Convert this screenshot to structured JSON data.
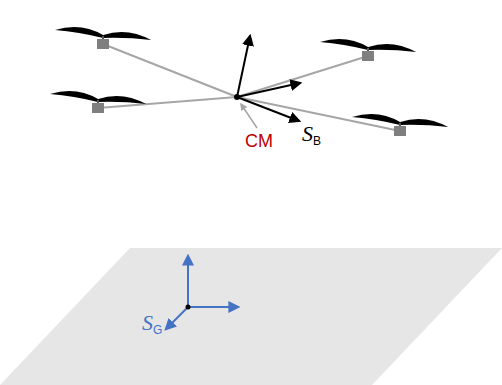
{
  "diagram": {
    "labels": [
      "CM",
      "SB",
      "SG"
    ]
  }
}
